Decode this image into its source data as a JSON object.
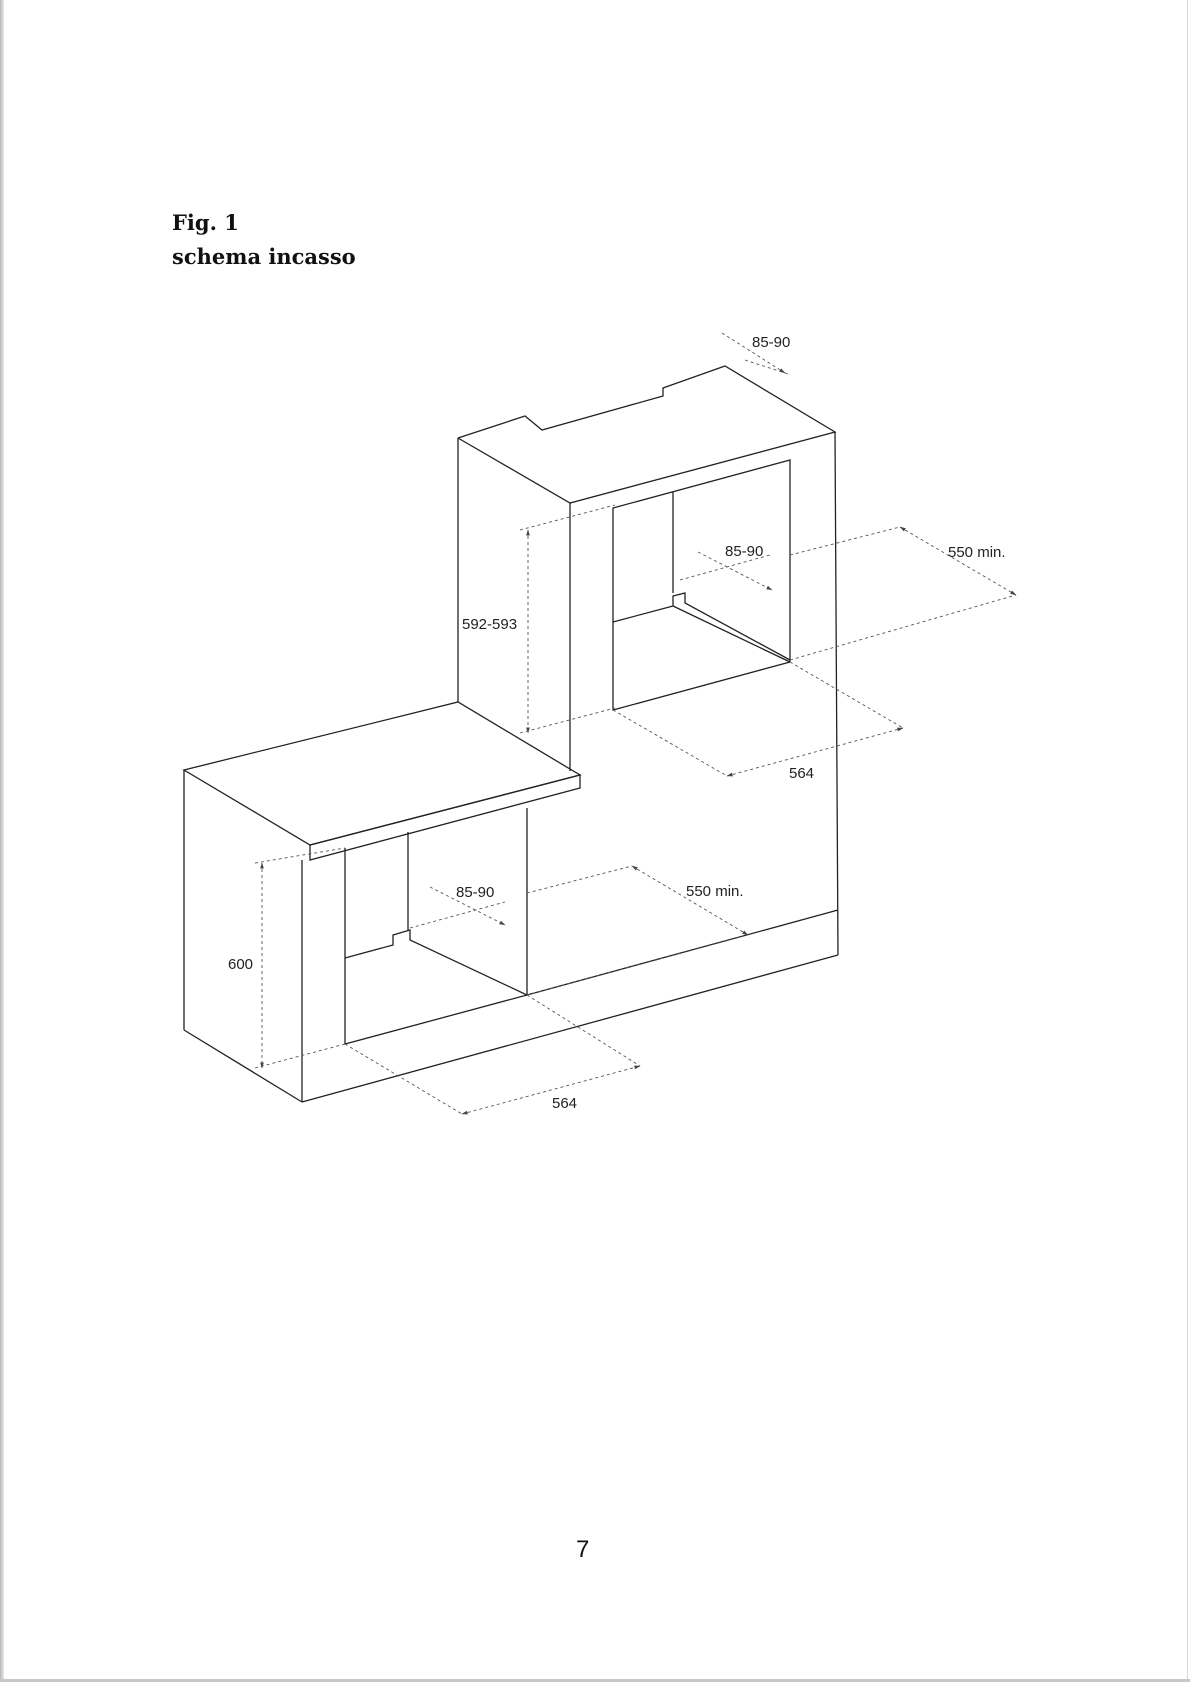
{
  "figure": {
    "number": "Fig. 1",
    "caption": "schema incasso"
  },
  "dimensions": {
    "upper_top_gap": "85-90",
    "upper_rear_gap": "85-90",
    "upper_depth_min": "550 min.",
    "upper_height": "592-593",
    "upper_width": "564",
    "lower_rear_gap": "85-90",
    "lower_depth_min": "550 min.",
    "lower_height": "600",
    "lower_width": "564"
  },
  "page_number": "7"
}
